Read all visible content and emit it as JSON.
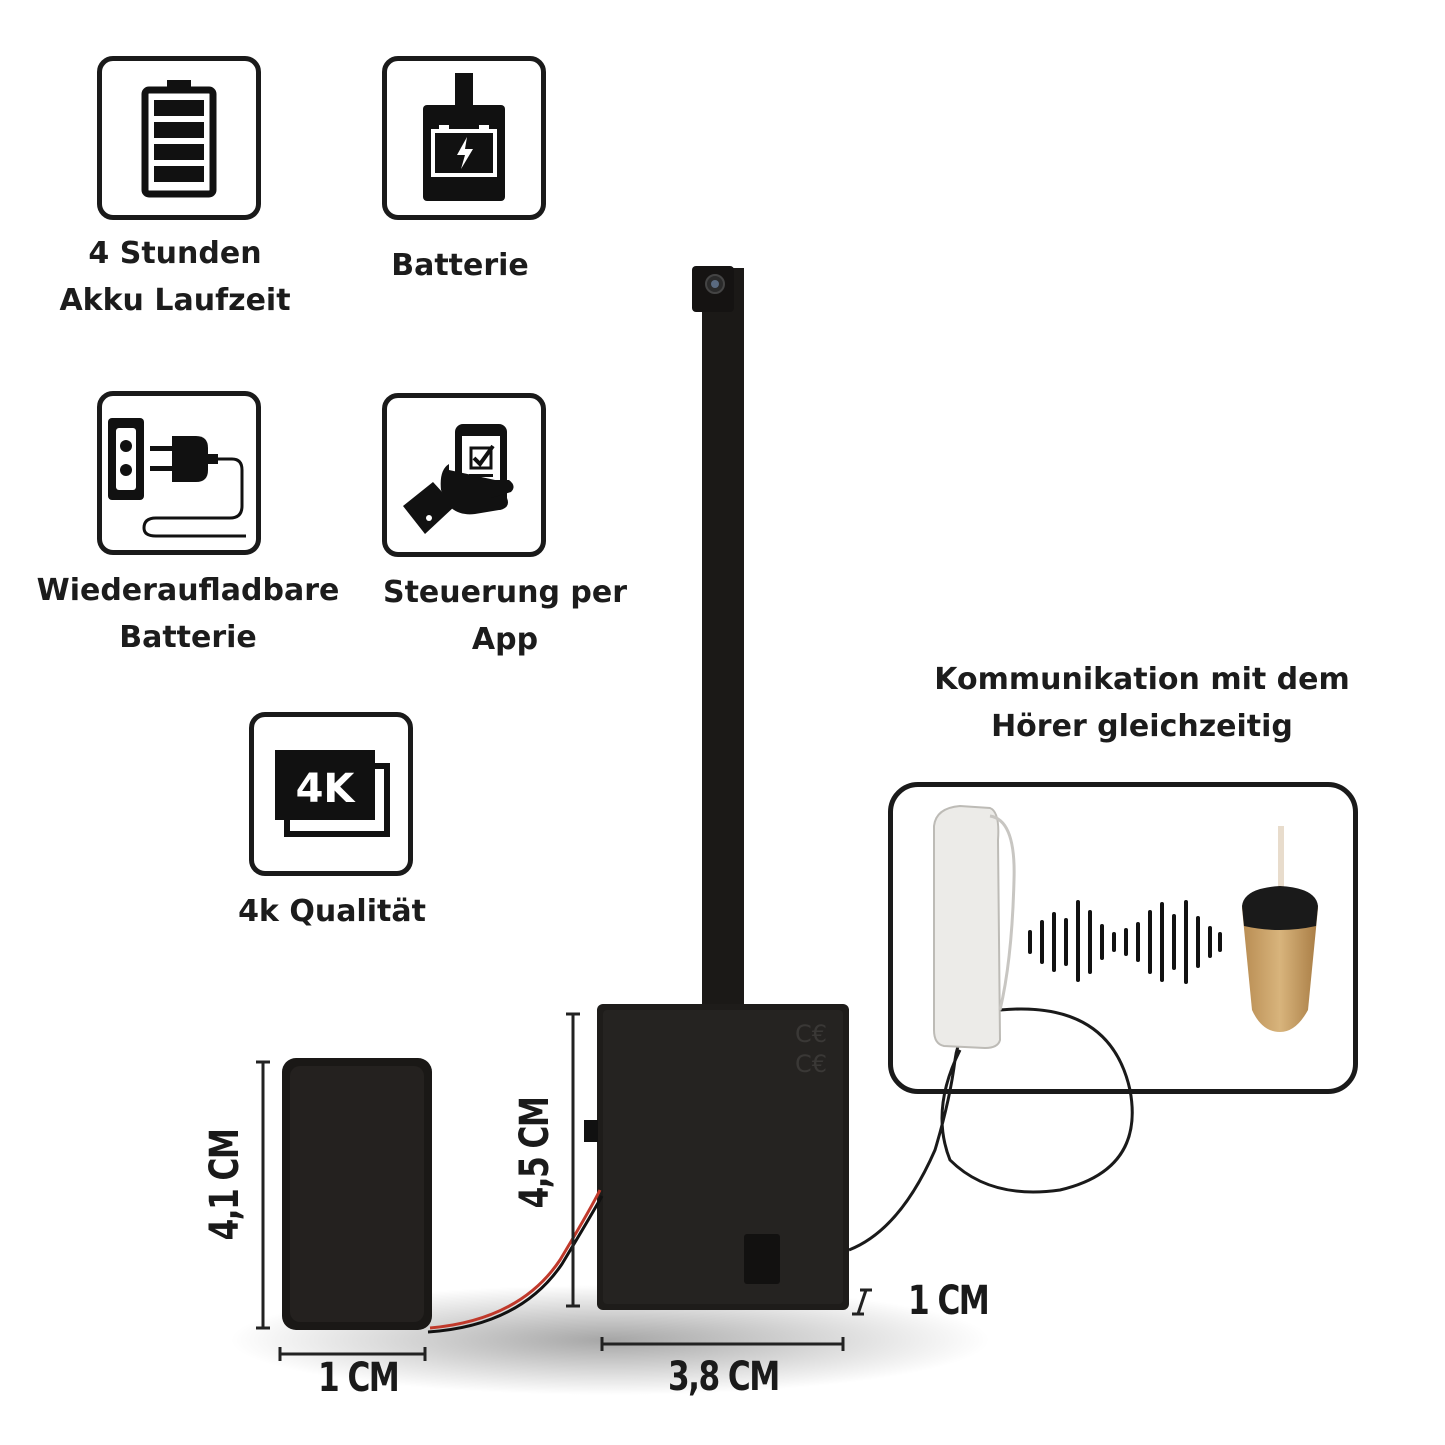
{
  "features": [
    {
      "id": "battery-life",
      "icon": "battery-full-icon",
      "lines": [
        "4 Stunden",
        "Akku Laufzeit"
      ]
    },
    {
      "id": "battery",
      "icon": "battery-pack-icon",
      "lines": [
        "Batterie"
      ]
    },
    {
      "id": "rechargeable",
      "icon": "plug-socket-icon",
      "lines": [
        "Wiederaufladbare",
        "Batterie"
      ]
    },
    {
      "id": "app-control",
      "icon": "hand-smartphone-icon",
      "lines": [
        "Steuerung per",
        "App"
      ]
    },
    {
      "id": "quality",
      "icon": "4k-icon",
      "lines": [
        "4k Qualität"
      ],
      "badge": "4K"
    }
  ],
  "callout": {
    "title_lines": [
      "Kommunikation mit dem",
      "Hörer gleichzeitig"
    ]
  },
  "dimensions": {
    "battery_height": "4,1 CM",
    "battery_width": "1 CM",
    "box_height": "4,5 CM",
    "box_width": "3,8 CM",
    "box_depth": "1 CM"
  },
  "colors": {
    "device": "#1b1917",
    "earpiece_skin": "#c9a36a",
    "wire_red": "#c0392b"
  }
}
